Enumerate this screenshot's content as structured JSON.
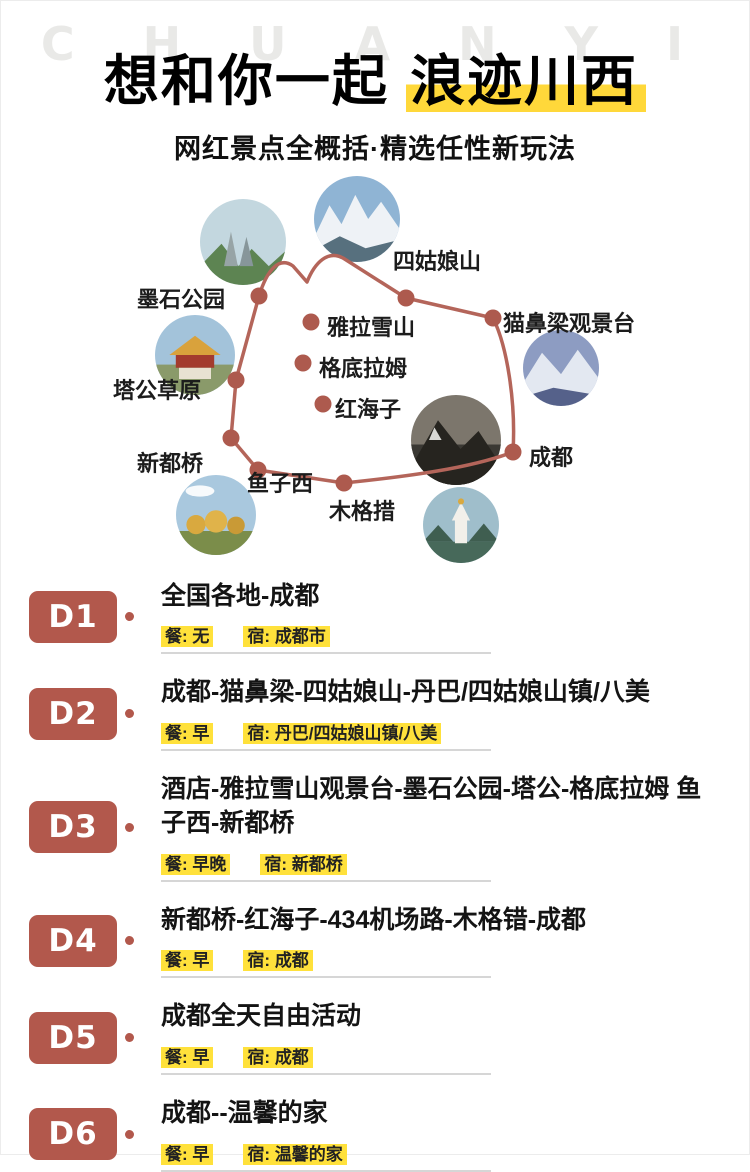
{
  "watermark": "C H U A N Y I",
  "header": {
    "title_prefix": "想和你一起",
    "title_highlight": "浪迹川西",
    "subtitle": "网红景点全概括·精选任性新玩法"
  },
  "map": {
    "labels": [
      {
        "text": "四姑娘山"
      },
      {
        "text": "墨石公园"
      },
      {
        "text": "猫鼻梁观景台"
      },
      {
        "text": "雅拉雪山"
      },
      {
        "text": "格底拉姆"
      },
      {
        "text": "红海子"
      },
      {
        "text": "塔公草原"
      },
      {
        "text": "成都"
      },
      {
        "text": "新都桥"
      },
      {
        "text": "鱼子西"
      },
      {
        "text": "木格措"
      }
    ],
    "photos": [
      "四姑娘山雪山照片",
      "墨石公园照片",
      "猫鼻梁雪山照片",
      "塔公草原寺庙照片",
      "成都暗色山峰照片",
      "新都桥秋色照片",
      "木格措白塔照片"
    ],
    "route_color": "#b4655a"
  },
  "days": [
    {
      "badge": "D1",
      "title": "全国各地-成都",
      "meal_label": "餐:",
      "meal": "无",
      "stay_label": "宿:",
      "stay": "成都市"
    },
    {
      "badge": "D2",
      "title": "成都-猫鼻梁-四姑娘山-丹巴/四姑娘山镇/八美",
      "meal_label": "餐:",
      "meal": "早",
      "stay_label": "宿:",
      "stay": "丹巴/四姑娘山镇/八美"
    },
    {
      "badge": "D3",
      "title": "酒店-雅拉雪山观景台-墨石公园-塔公-格底拉姆 鱼子西-新都桥",
      "meal_label": "餐:",
      "meal": "早晚",
      "stay_label": "宿:",
      "stay": "新都桥"
    },
    {
      "badge": "D4",
      "title": "新都桥-红海子-434机场路-木格错-成都",
      "meal_label": "餐:",
      "meal": "早",
      "stay_label": "宿:",
      "stay": "成都"
    },
    {
      "badge": "D5",
      "title": "成都全天自由活动",
      "meal_label": "餐:",
      "meal": "早",
      "stay_label": "宿:",
      "stay": "成都"
    },
    {
      "badge": "D6",
      "title": "成都--温馨的家",
      "meal_label": "餐:",
      "meal": "早",
      "stay_label": "宿:",
      "stay": "温馨的家"
    }
  ],
  "colors": {
    "accent": "#b2584c",
    "highlight": "#ffe13b",
    "route": "#b4655a"
  }
}
